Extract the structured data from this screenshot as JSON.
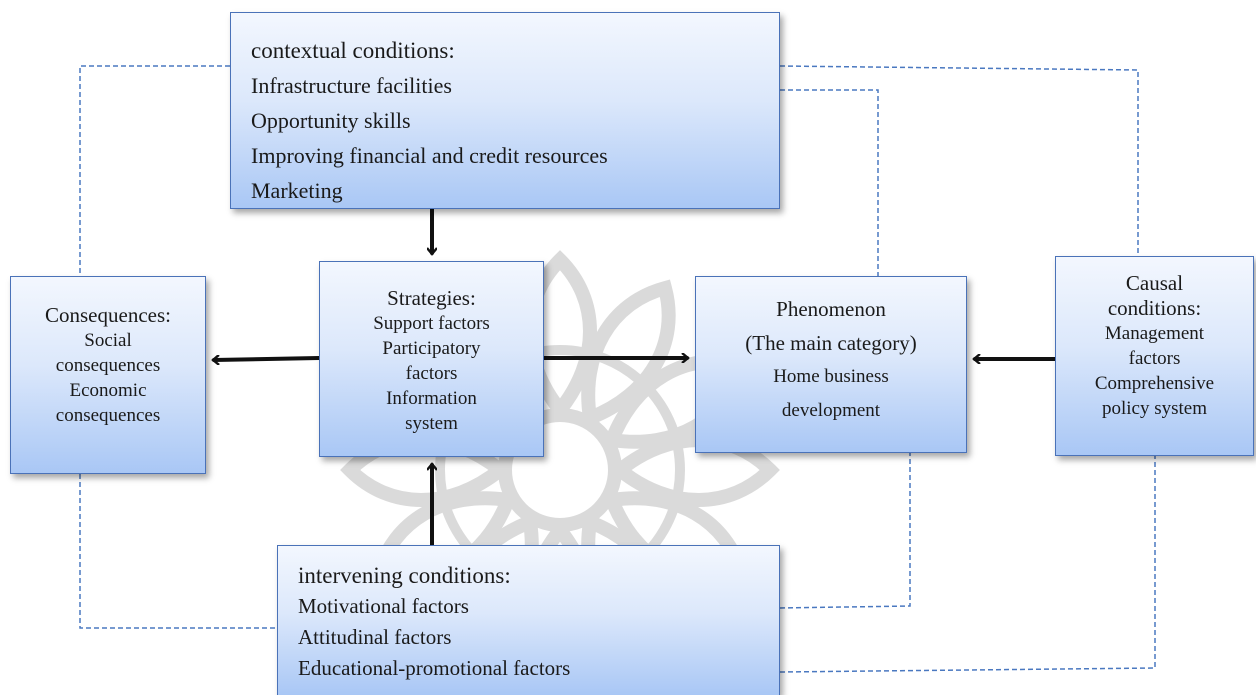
{
  "contextual": {
    "lines": [
      "contextual conditions:",
      "Infrastructure facilities",
      "Opportunity skills",
      "Improving financial and credit resources",
      "Marketing"
    ]
  },
  "consequences": {
    "lines": [
      "Consequences:",
      "Social",
      "consequences",
      "Economic",
      "consequences"
    ]
  },
  "strategies": {
    "lines": [
      "Strategies:",
      "Support factors",
      "Participatory",
      "factors",
      "Information",
      "system"
    ]
  },
  "phenomenon": {
    "lines": [
      "Phenomenon",
      "(The main category)",
      "Home business",
      "development"
    ]
  },
  "causal": {
    "lines": [
      "Causal",
      "conditions:",
      "Management",
      "factors",
      "Comprehensive",
      "policy system"
    ]
  },
  "intervening": {
    "lines": [
      "intervening conditions:",
      "Motivational factors",
      "Attitudinal factors",
      "Educational-promotional factors"
    ]
  },
  "colors": {
    "box_border": "#4a72b8",
    "box_top": "#f3f7fe",
    "box_bottom": "#a9c7f5",
    "arrow": "#111111",
    "dashed_link": "#4a78c0",
    "watermark": "#bdbdbd"
  },
  "icons": {
    "watermark": "star-lattice-watermark-icon"
  }
}
